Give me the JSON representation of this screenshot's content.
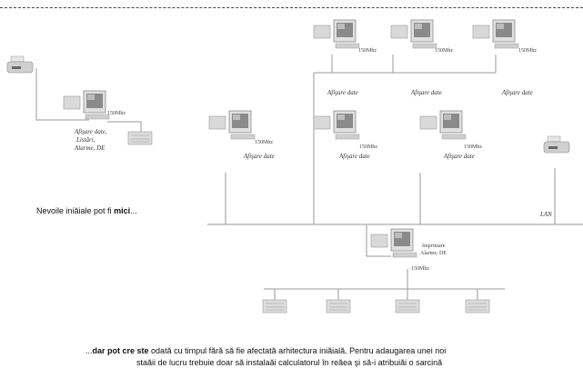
{
  "small_network": {
    "computer_label": [
      "Afişare date,",
      "Listări,",
      "Alarme, DE"
    ],
    "monitor_label": "150Mhz"
  },
  "large_network": {
    "display_label": "Afişare date",
    "monitor_label": "150Mhz",
    "server_label": [
      "Imprimare",
      "Alarme, DE"
    ],
    "lan_label": "LAN"
  },
  "caption_initial": {
    "text": "Nevoile iniăiale pot fi ",
    "bold": "mici",
    "suffix": "..."
  },
  "caption_growth": {
    "prefix": "...",
    "bold": "dar pot cre ste",
    "line1_rest": " odată cu timpul fără să fie afectată arhitectura iniăială. Pentru adaugarea unei noi",
    "line2": "staăii de lucru trebuie doar să instalaăi calculatorul în reăea şi să-i atribuiăi o sarcină"
  },
  "colors": {
    "line": "#9a9a9a",
    "device": "#d8d8d8",
    "screen": "#8a8a8a"
  }
}
